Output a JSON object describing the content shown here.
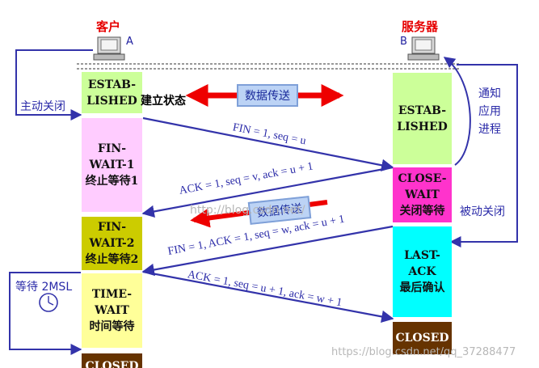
{
  "client": {
    "title": "客户",
    "letter": "A"
  },
  "server": {
    "title": "服务器",
    "letter": "B"
  },
  "client_states": [
    {
      "line1": "ESTAB-",
      "line2": "LISHED"
    },
    {
      "line1": "FIN-WAIT-1",
      "line2": "终止等待1"
    },
    {
      "line1": "FIN-WAIT-2",
      "line2": "终止等待2"
    },
    {
      "line1": "TIME-WAIT",
      "line2": "时间等待"
    },
    {
      "line1": "CLOSED",
      "line2": ""
    }
  ],
  "server_states": [
    {
      "line1": "ESTAB-",
      "line2": "LISHED"
    },
    {
      "line1": "CLOSE-WAIT",
      "line2": "关闭等待"
    },
    {
      "line1": "LAST-ACK",
      "line2": "最后确认"
    },
    {
      "line1": "CLOSED",
      "line2": ""
    }
  ],
  "established_label": "建立状态",
  "data_transfer_1": "数据传送",
  "data_transfer_2": "数据传送",
  "active_close": "主动关闭",
  "passive_close": "被动关闭",
  "notify_app": [
    "通知",
    "应用",
    "进程"
  ],
  "wait_2msl": "等待 2MSL",
  "messages": {
    "fin1": "FIN = 1, seq = u",
    "ack1": "ACK = 1, seq = v, ack = u + 1",
    "fin2": "FIN = 1, ACK = 1, seq = w, ack = u + 1",
    "ack2": "ACK = 1, seq = u + 1, ack = w + 1"
  },
  "watermark_center": "http://blog.csdn.net/",
  "watermark_bottom": "https://blog.csdn.net/qq_37288477",
  "colors": {
    "estab": "#ccff99",
    "fin_wait_1": "#ffccff",
    "fin_wait_2": "#cccc00",
    "time_wait": "#ffff99",
    "closed": "#663300",
    "close_wait": "#ff33cc",
    "last_ack": "#00ffff",
    "arrow_blue": "#3333aa",
    "arrow_red": "#ee0000"
  }
}
